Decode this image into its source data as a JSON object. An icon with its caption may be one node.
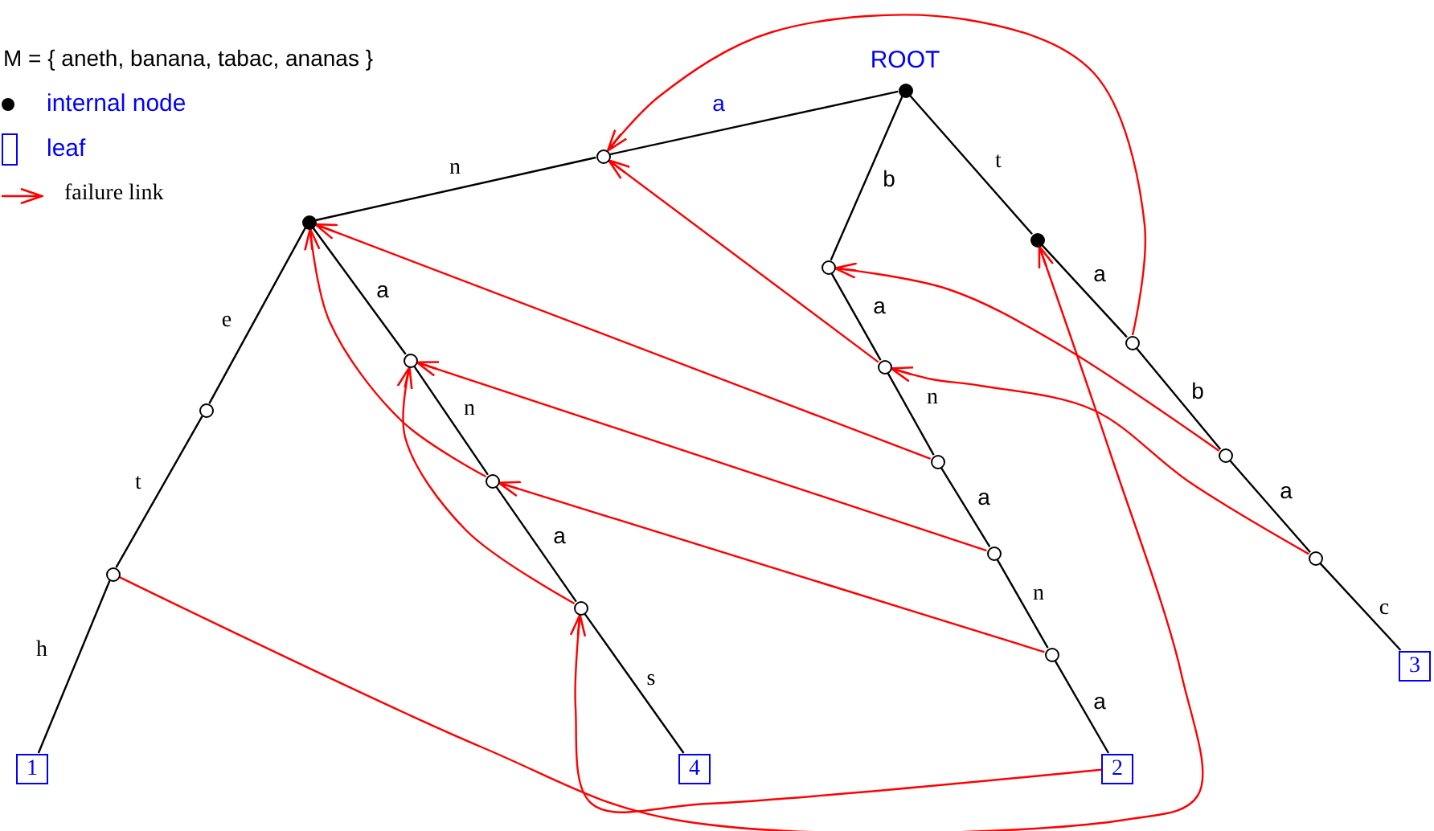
{
  "diagram": {
    "nodes": [
      {
        "text": [
          "ROOT"
        ]
      },
      {
        "text": [],
        "shape": "circle"
      },
      {
        "text": [],
        "shape": "circle"
      },
      {
        "text": [],
        "shape": "circle"
      },
      {
        "text": [],
        "shape": "circle"
      },
      {
        "text": [
          "1"
        ]
      },
      {
        "text": [],
        "shape": "circle"
      },
      {
        "text": [],
        "shape": "circle"
      },
      {
        "text": [],
        "shape": "circle"
      },
      {
        "text": [
          "4"
        ]
      },
      {
        "text": [],
        "shape": "circle"
      },
      {
        "text": [],
        "shape": "circle"
      },
      {
        "text": [],
        "shape": "circle"
      },
      {
        "text": [],
        "shape": "circle"
      },
      {
        "text": [],
        "shape": "circle"
      },
      {
        "text": [
          "2"
        ]
      },
      {
        "text": [],
        "shape": "circle"
      },
      {
        "text": [],
        "shape": "circle"
      },
      {
        "text": [],
        "shape": "circle"
      },
      {
        "text": [],
        "shape": "circle"
      },
      {
        "text": [
          "3"
        ]
      }
    ],
    "edges": [
      {
        "from": 0,
        "to": 1,
        "arrow": "none",
        "label": "a"
      },
      {
        "from": 1,
        "to": 2,
        "arrow": "none",
        "label": "n"
      },
      {
        "from": 2,
        "to": 3,
        "arrow": "none",
        "label": "e"
      },
      {
        "from": 3,
        "to": 4,
        "arrow": "none",
        "label": "t"
      },
      {
        "from": 4,
        "to": 5,
        "arrow": "none",
        "label": "h"
      },
      {
        "from": 2,
        "to": 6,
        "arrow": "none",
        "label": "a"
      },
      {
        "from": 6,
        "to": 7,
        "arrow": "none",
        "label": "n"
      },
      {
        "from": 7,
        "to": 8,
        "arrow": "none",
        "label": "a"
      },
      {
        "from": 8,
        "to": 9,
        "arrow": "none",
        "label": "s"
      },
      {
        "from": 0,
        "to": 10,
        "arrow": "none",
        "label": "b"
      },
      {
        "from": 10,
        "to": 11,
        "arrow": "none",
        "label": "a"
      },
      {
        "from": 11,
        "to": 12,
        "arrow": "none",
        "label": "n"
      },
      {
        "from": 12,
        "to": 13,
        "arrow": "none",
        "label": "a"
      },
      {
        "from": 13,
        "to": 14,
        "arrow": "none",
        "label": "n"
      },
      {
        "from": 14,
        "to": 15,
        "arrow": "none",
        "label": "a"
      },
      {
        "from": 0,
        "to": 16,
        "arrow": "none",
        "label": "t"
      },
      {
        "from": 16,
        "to": 17,
        "arrow": "none",
        "label": "a"
      },
      {
        "from": 17,
        "to": 18,
        "arrow": "none",
        "label": "b"
      },
      {
        "from": 18,
        "to": 19,
        "arrow": "none",
        "label": "a"
      },
      {
        "from": 19,
        "to": 20,
        "arrow": "none",
        "label": "c"
      },
      {
        "from": 17,
        "to": 1,
        "arrow": "to",
        "color": "#ff0000"
      },
      {
        "from": 11,
        "to": 1,
        "arrow": "to",
        "color": "#ff0000"
      },
      {
        "from": 12,
        "to": 2,
        "arrow": "to",
        "color": "#ff0000"
      },
      {
        "from": 7,
        "to": 2,
        "arrow": "to",
        "color": "#ff0000"
      },
      {
        "from": 13,
        "to": 6,
        "arrow": "to",
        "color": "#ff0000"
      },
      {
        "from": 8,
        "to": 6,
        "arrow": "to",
        "color": "#ff0000"
      },
      {
        "from": 14,
        "to": 7,
        "arrow": "to",
        "color": "#ff0000"
      },
      {
        "from": 15,
        "to": 8,
        "arrow": "to",
        "color": "#ff0000"
      },
      {
        "from": 18,
        "to": 10,
        "arrow": "to",
        "color": "#ff0000"
      },
      {
        "from": 19,
        "to": 11,
        "arrow": "to",
        "color": "#ff0000"
      },
      {
        "from": 4,
        "to": 16,
        "arrow": "to",
        "color": "#ff0000"
      }
    ],
    "labels": [
      "M = { aneth, banana, tabac, ananas }"
    ],
    "legend": [
      {
        "text": "internal node"
      },
      {
        "text": "leaf"
      },
      {
        "text": "failure link"
      }
    ]
  }
}
